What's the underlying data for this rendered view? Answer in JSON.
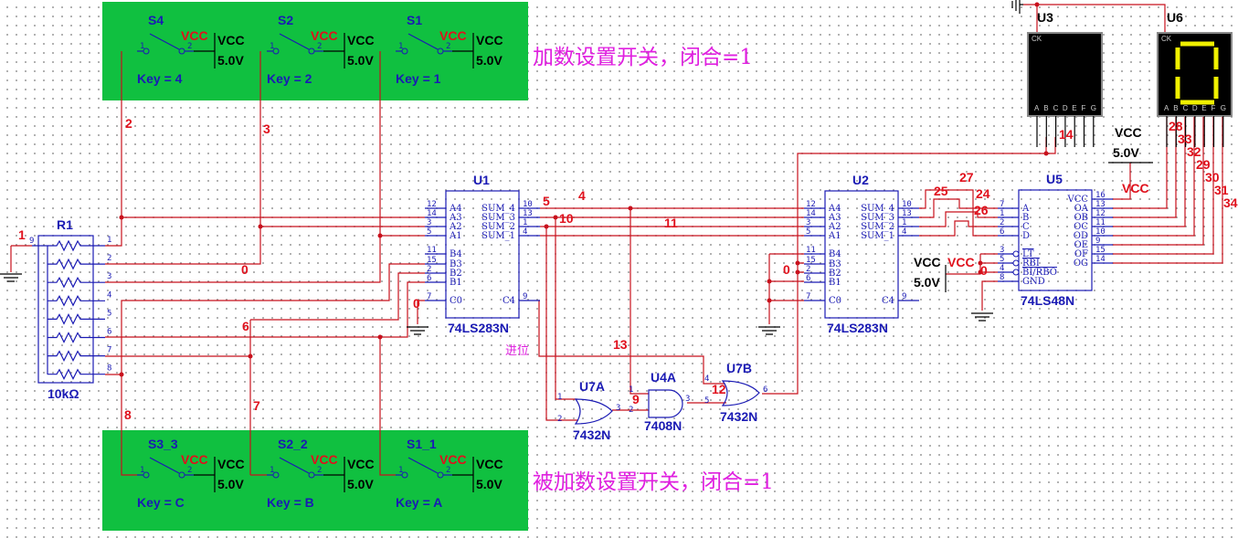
{
  "colors": {
    "wire": "#c8101c",
    "component": "#1a1ab4",
    "switch_panel": "#10c040",
    "note": "#e020e0",
    "display_lit": "#f0f000"
  },
  "notes": {
    "addend": "加数设置开关，闭合=1",
    "augend": "被加数设置开关，闭合=1",
    "carry": "进位"
  },
  "switches_top": [
    {
      "ref": "S4",
      "vcc_net": "VCC",
      "vcc": "VCC",
      "volt": "5.0V",
      "key": "Key = 4",
      "p1": "1",
      "p2": "2"
    },
    {
      "ref": "S2",
      "vcc_net": "VCC",
      "vcc": "VCC",
      "volt": "5.0V",
      "key": "Key = 2",
      "p1": "1",
      "p2": "2"
    },
    {
      "ref": "S1",
      "vcc_net": "VCC",
      "vcc": "VCC",
      "volt": "5.0V",
      "key": "Key = 1",
      "p1": "1",
      "p2": "2"
    }
  ],
  "switches_bottom": [
    {
      "ref": "S3_3",
      "vcc_net": "VCC",
      "vcc": "VCC",
      "volt": "5.0V",
      "key": "Key = C",
      "p1": "1",
      "p2": "2"
    },
    {
      "ref": "S2_2",
      "vcc_net": "VCC",
      "vcc": "VCC",
      "volt": "5.0V",
      "key": "Key = B",
      "p1": "1",
      "p2": "2"
    },
    {
      "ref": "S1_1",
      "vcc_net": "VCC",
      "vcc": "VCC",
      "volt": "5.0V",
      "key": "Key = A",
      "p1": "1",
      "p2": "2"
    }
  ],
  "resistor": {
    "ref": "R1",
    "value": "10kΩ",
    "common_pin": "9",
    "pins": [
      "1",
      "2",
      "3",
      "4",
      "5",
      "6",
      "7",
      "8"
    ]
  },
  "chips": [
    {
      "ref": "U1",
      "part": "74LS283N",
      "left": [
        [
          "12",
          "A4"
        ],
        [
          "14",
          "A3"
        ],
        [
          "3",
          "A2"
        ],
        [
          "5",
          "A1"
        ],
        [
          "11",
          "B4"
        ],
        [
          "15",
          "B3"
        ],
        [
          "2",
          "B2"
        ],
        [
          "6",
          "B1"
        ],
        [
          "7",
          "C0"
        ]
      ],
      "right": [
        [
          "10",
          "SUM_4"
        ],
        [
          "13",
          "SUM_3"
        ],
        [
          "1",
          "SUM_2"
        ],
        [
          "4",
          "SUM_1"
        ],
        [
          "9",
          "C4"
        ]
      ]
    },
    {
      "ref": "U2",
      "part": "74LS283N",
      "left": [
        [
          "12",
          "A4"
        ],
        [
          "14",
          "A3"
        ],
        [
          "3",
          "A2"
        ],
        [
          "5",
          "A1"
        ],
        [
          "11",
          "B4"
        ],
        [
          "15",
          "B3"
        ],
        [
          "2",
          "B2"
        ],
        [
          "6",
          "B1"
        ],
        [
          "7",
          "C0"
        ]
      ],
      "right": [
        [
          "10",
          "SUM_4"
        ],
        [
          "13",
          "SUM_3"
        ],
        [
          "1",
          "SUM_2"
        ],
        [
          "4",
          "SUM_1"
        ],
        [
          "9",
          "C4"
        ]
      ]
    },
    {
      "ref": "U5",
      "part": "74LS48N",
      "left": [
        [
          "7",
          "A"
        ],
        [
          "1",
          "B"
        ],
        [
          "2",
          "C"
        ],
        [
          "6",
          "D"
        ],
        [
          "3",
          "LT"
        ],
        [
          "5",
          "RBI"
        ],
        [
          "4",
          "BI/RBO"
        ],
        [
          "8",
          "GND"
        ]
      ],
      "right": [
        [
          "16",
          "VCC"
        ],
        [
          "13",
          "OA"
        ],
        [
          "12",
          "OB"
        ],
        [
          "11",
          "OC"
        ],
        [
          "10",
          "OD"
        ],
        [
          "9",
          "OE"
        ],
        [
          "15",
          "OF"
        ],
        [
          "14",
          "OG"
        ]
      ]
    }
  ],
  "gates": [
    {
      "ref": "U7A",
      "part": "7432N",
      "type": "or",
      "in1": "1",
      "in2": "2",
      "out": "3"
    },
    {
      "ref": "U4A",
      "part": "7408N",
      "type": "and",
      "in1": "1",
      "in2": "2",
      "out": "3"
    },
    {
      "ref": "U7B",
      "part": "7432N",
      "type": "or",
      "in1": "4",
      "in2": "5",
      "out": "6"
    }
  ],
  "displays": [
    {
      "ref": "U3",
      "ck": "CK",
      "segments": [
        "A",
        "B",
        "C",
        "D",
        "E",
        "F",
        "G"
      ],
      "digit": ""
    },
    {
      "ref": "U6",
      "ck": "CK",
      "segments": [
        "A",
        "B",
        "C",
        "D",
        "E",
        "F",
        "G"
      ],
      "digit": "0"
    }
  ],
  "power": [
    {
      "net": "VCC",
      "name": "VCC",
      "volt": "5.0V"
    },
    {
      "net": "VCC",
      "name": "VCC",
      "volt": "5.0V"
    }
  ],
  "net_labels": [
    "1",
    "2",
    "3",
    "0",
    "6",
    "7",
    "8",
    "0",
    "5",
    "10",
    "4",
    "11",
    "13",
    "9",
    "12",
    "0",
    "14",
    "27",
    "25",
    "24",
    "26",
    "0",
    "28",
    "33",
    "32",
    "29",
    "30",
    "31",
    "34"
  ]
}
